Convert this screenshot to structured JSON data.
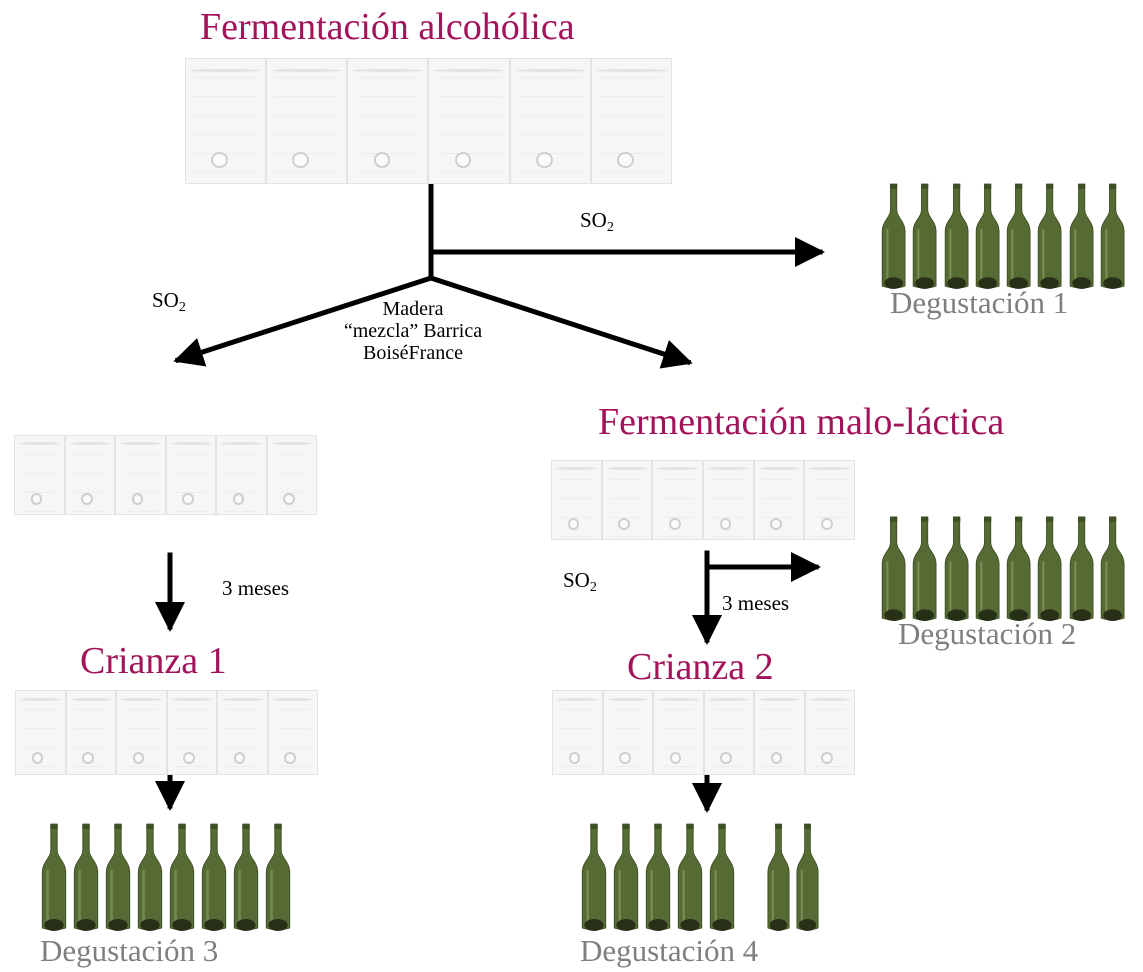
{
  "titles": {
    "alcoholic": "Fermentación alcohólica",
    "malolactic": "Fermentación malo-láctica",
    "aging1": "Crianza 1",
    "aging2": "Crianza 2"
  },
  "tastings": {
    "t1": "Degustación 1",
    "t2": "Degustación 2",
    "t3": "Degustación 3",
    "t4": "Degustación 4"
  },
  "so2": {
    "base": "SO",
    "sub": "2"
  },
  "wood": {
    "line1": "Madera",
    "line2": "“mezcla” Barrica",
    "line3": "BoiséFrance"
  },
  "durations": {
    "left": "3 meses",
    "right": "3 meses"
  },
  "colors": {
    "title": "#a3135a",
    "tasting": "#7f7f7f",
    "bottle": "#566b33"
  }
}
